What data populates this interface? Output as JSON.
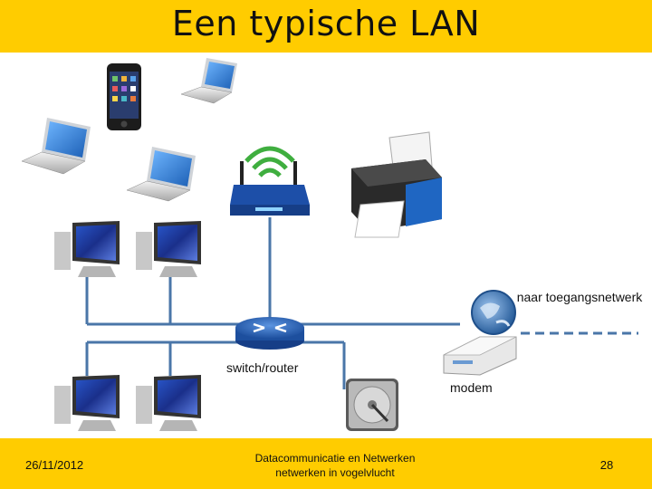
{
  "slide": {
    "title": "Een typische LAN"
  },
  "labels": {
    "network": "naar toegangsnetwerk",
    "switch": "switch/router",
    "modem": "modem"
  },
  "footer": {
    "date": "26/11/2012",
    "center_line1": "Datacommunicatie en Netwerken",
    "center_line2": "netwerken in vogelvlucht",
    "page": "28"
  },
  "icons": [
    "smartphone-icon",
    "laptop-icon",
    "wifi-router-icon",
    "printer-icon",
    "desktop-computer-icon",
    "switch-router-icon",
    "modem-icon",
    "hard-drive-icon"
  ],
  "colors": {
    "accent_bar": "#ffcc00",
    "link_line": "#4a76a8",
    "device_blue": "#1f5fa8"
  }
}
